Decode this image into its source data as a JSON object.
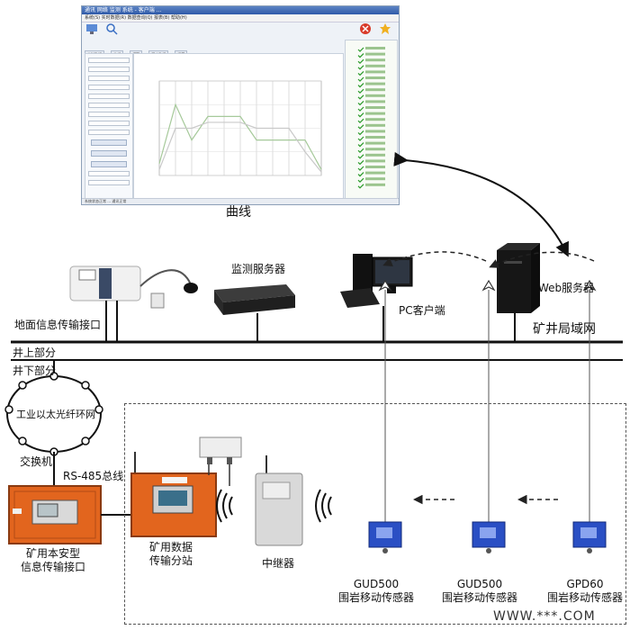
{
  "app_window": {
    "title": "通讯 网络 监测 系统 - 客户端 ...",
    "menu": "系统(S)  实时数据(R)  数据查询(Q)  报表(B)  帮助(H)",
    "tabs": [
      "实时数据",
      "曲线",
      "报警",
      "历史数据",
      "设置"
    ],
    "status": "系统状态正常 ... 通讯正常"
  },
  "chart_data": {
    "type": "line",
    "title": "",
    "xlabel": "",
    "ylabel": "",
    "ylim": [
      0,
      80
    ],
    "x": [
      0,
      1,
      2,
      3,
      4,
      5,
      6,
      7,
      8,
      9,
      10
    ],
    "series": [
      {
        "name": "",
        "values": [
          10,
          60,
          30,
          50,
          50,
          50,
          30,
          30,
          30,
          30,
          5
        ]
      },
      {
        "name": "",
        "values": [
          5,
          40,
          40,
          45,
          45,
          45,
          40,
          40,
          40,
          20,
          3
        ]
      }
    ],
    "grid": true
  },
  "labels": {
    "curve_caption": "曲线",
    "monitor_server": "监测服务器",
    "pc_client": "PC客户端",
    "web_server": "Web服务器",
    "ground_interface": "地面信息传输接口",
    "mine_lan": "矿井局域网",
    "above_ground": "井上部分",
    "below_ground": "井下部分",
    "ethernet_ring": "工业以太光纤环网",
    "switch": "交换机",
    "rs485": "RS-485总线",
    "mine_interface_line1": "矿用本安型",
    "mine_interface_line2": "信息传输接口",
    "substation_line1": "矿用数据",
    "substation_line2": "传输分站",
    "repeater": "中继器",
    "sensor1_model": "GUD500",
    "sensor1_type": "围岩移动传感器",
    "sensor2_model": "GUD500",
    "sensor2_type": "围岩移动传感器",
    "sensor3_model": "GPD60",
    "sensor3_type": "围岩移动传感器",
    "watermark": "WWW.***.COM"
  },
  "colors": {
    "device_orange": "#e2651e",
    "sensor_blue": "#2a4fc4",
    "chart_line1": "#a6c99a",
    "chart_line2": "#c9c9c9",
    "check_green": "#2a9a2a"
  }
}
